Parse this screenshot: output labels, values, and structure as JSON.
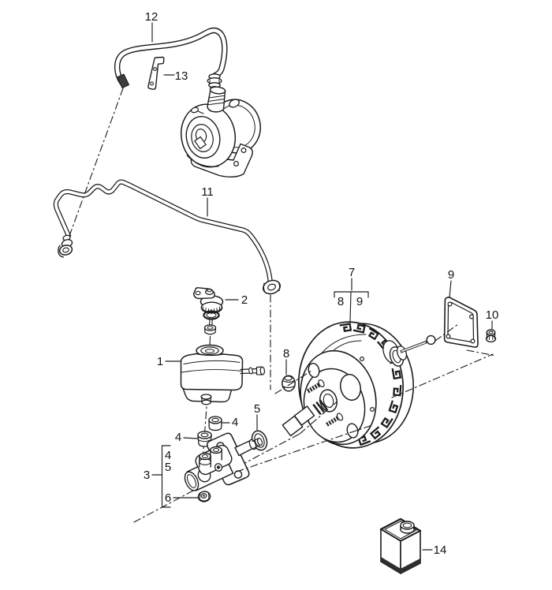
{
  "diagram": {
    "background": "#ffffff",
    "ink": "#1c1c1c",
    "shade": "#2e2e2e"
  },
  "callouts": {
    "reservoir": "1",
    "reservoir_cap": "2",
    "master_cylinder": "3",
    "mc_bracket_seal": "4",
    "mc_bracket_oring": "5",
    "mc_bracket_nut": "6",
    "seal_plug_upper": "4",
    "seal_plug_lower": "4",
    "oring": "5",
    "brake_booster": "7",
    "booster_sub_grommet": "8",
    "booster_sub_gasket": "9",
    "grommet": "8",
    "gasket": "9",
    "hex_nut": "10",
    "vacuum_pipe": "11",
    "vacuum_hose": "12",
    "hose_clip": "13",
    "fluid_bottle": "14"
  }
}
